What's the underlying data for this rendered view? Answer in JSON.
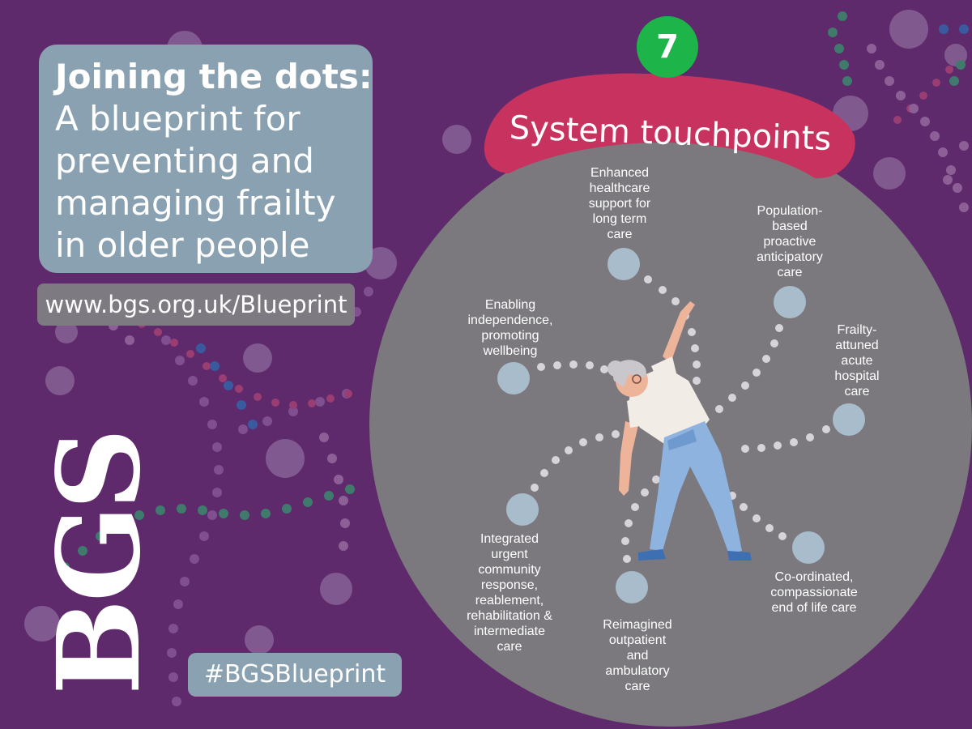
{
  "title": {
    "line1": "Joining the dots:",
    "line2": "A blueprint for",
    "line3": "preventing and",
    "line4": "managing frailty",
    "line5": "in older people"
  },
  "url": "www.bgs.org.uk/Blueprint",
  "hashtag": "#BGSBlueprint",
  "logo_text": "BGS",
  "badge_number": "7",
  "banner_title": "System touchpoints",
  "touchpoints": [
    "Enhanced\nhealthcare\nsupport for\nlong term\ncare",
    "Population-\nbased\nproactive\nanticipatory\ncare",
    "Frailty-\nattuned\nacute\nhospital\ncare",
    "Co-ordinated,\ncompassionate\nend of life care",
    "Reimagined\noutpatient\nand\nambulatory\ncare",
    "Integrated\nurgent\ncommunity\nresponse,\nreablement,\nrehabilitation &\nintermediate\ncare",
    "Enabling\nindependence,\npromoting\nwellbeing"
  ],
  "colors": {
    "background": "#5e2a6b",
    "title_box": "#8aa1b1",
    "url_box": "#7d7a82",
    "circle": "#7b797e",
    "banner": "#c8325f",
    "badge": "#1db54a",
    "node": "#a9bccb"
  },
  "icons": {
    "person": "older-person-stretching-icon"
  }
}
